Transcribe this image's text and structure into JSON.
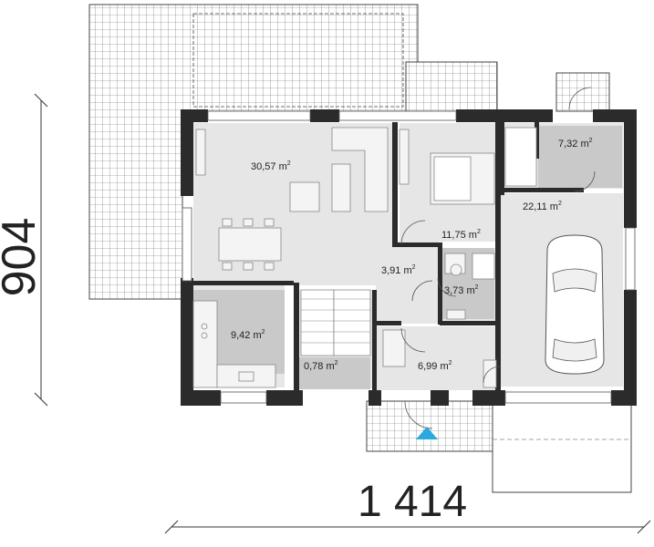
{
  "dimensions": {
    "width_label": "1 414",
    "depth_label": "904"
  },
  "rooms": {
    "living": {
      "area": "30,57",
      "unit": "m",
      "exp": "2"
    },
    "bedroom": {
      "area": "11,75",
      "unit": "m",
      "exp": "2"
    },
    "utility": {
      "area": "7,32",
      "unit": "m",
      "exp": "2"
    },
    "garage": {
      "area": "22,11",
      "unit": "m",
      "exp": "2"
    },
    "hall": {
      "area": "3,91",
      "unit": "m",
      "exp": "2"
    },
    "bathroom": {
      "area": "3,73",
      "unit": "m",
      "exp": "2"
    },
    "kitchen": {
      "area": "9,42",
      "unit": "m",
      "exp": "2"
    },
    "storage": {
      "area": "0,78",
      "unit": "m",
      "exp": "2"
    },
    "vestibule": {
      "area": "6,99",
      "unit": "m",
      "exp": "2"
    }
  },
  "colors": {
    "wall": "#2b2b2b",
    "floor": "#e6e6e6",
    "floor_dark": "#c9c9c9",
    "grid": "#555555",
    "entrance_marker": "#29a9e0"
  }
}
